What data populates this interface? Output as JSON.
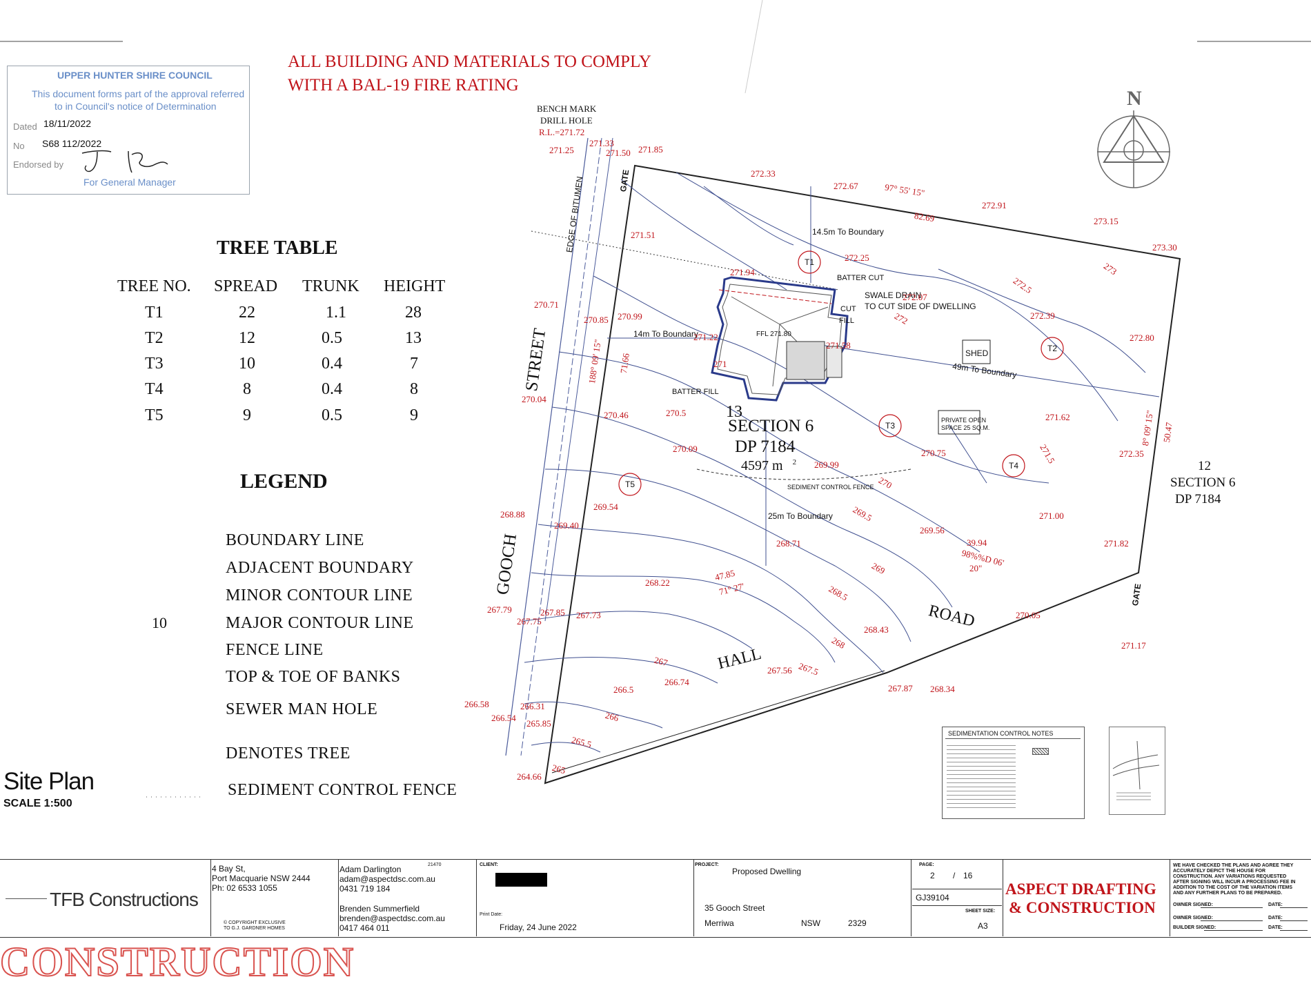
{
  "stamp": {
    "council": "UPPER HUNTER SHIRE COUNCIL",
    "line1": "This document forms part of the approval referred",
    "line2": "to in Council's notice of Determination",
    "dated_label": "Dated",
    "dated_value": "18/11/2022",
    "no_label": "No",
    "no_value": "S68 112/2022",
    "endorsed_label": "Endorsed by",
    "for_gm": "For General Manager"
  },
  "fire_notice": {
    "line1": "ALL BUILDING AND MATERIALS TO COMPLY",
    "line2": "WITH A BAL-19 FIRE RATING"
  },
  "bench_mark": {
    "l1": "BENCH MARK",
    "l2": "DRILL HOLE",
    "l3": "R.L.=271.72"
  },
  "tree_table": {
    "title": "TREE TABLE",
    "headers": [
      "TREE NO.",
      "SPREAD",
      "TRUNK",
      "HEIGHT"
    ],
    "rows": [
      [
        "T1",
        "22",
        "1.1",
        "28"
      ],
      [
        "T2",
        "12",
        "0.5",
        "13"
      ],
      [
        "T3",
        "10",
        "0.4",
        "7"
      ],
      [
        "T4",
        "8",
        "0.4",
        "8"
      ],
      [
        "T5",
        "9",
        "0.5",
        "9"
      ]
    ]
  },
  "legend": {
    "title": "LEGEND",
    "items": [
      "BOUNDARY LINE",
      "ADJACENT BOUNDARY",
      "MINOR CONTOUR LINE",
      "MAJOR CONTOUR LINE",
      "FENCE LINE",
      "TOP & TOE OF BANKS",
      "SEWER MAN HOLE",
      "DENOTES TREE",
      "SEDIMENT CONTROL FENCE"
    ],
    "major_sample": "10"
  },
  "site_plan": {
    "title": "Site Plan",
    "scale": "SCALE 1:500"
  },
  "plan": {
    "lot": "13",
    "section": "SECTION 6",
    "dp": "DP 7184",
    "area": "4597 m",
    "area_sup": "2",
    "adj_lot": "12",
    "adj_section": "SECTION 6",
    "adj_dp": "DP 7184",
    "streets": [
      "STREET",
      "GOOCH",
      "HALL",
      "ROAD"
    ],
    "edge": "EDGE OF BITUMEN",
    "gate": "GATE",
    "north": "N",
    "bearings": [
      "97° 55' 15\"",
      "188° 09' 15\"",
      "8° 09' 15\"",
      "98%%D 06'",
      "20\"",
      "71° 27'"
    ],
    "distances": [
      "82.69",
      "71.66",
      "50.47",
      "39.94",
      "47.85"
    ],
    "labels": {
      "b14": "14.5m To Boundary",
      "b14l": "14m To Boundary",
      "b49": "49m To Boundary",
      "b25": "25m To Boundary",
      "batter_cut": "BATTER CUT",
      "batter_fill": "BATTER FILL",
      "swale1": "SWALE DRAIN",
      "swale2": "TO CUT SIDE OF DWELLING",
      "cut": "CUT",
      "fill": "FILL",
      "ffl": "FFL 271.80",
      "shed": "SHED",
      "pos1": "PRIVATE OPEN",
      "pos2": "SPACE 25 SQ.M.",
      "sed_fence": "SEDIMENT CONTROL FENCE"
    },
    "trees": [
      "T1",
      "T2",
      "T3",
      "T4",
      "T5"
    ],
    "levels": [
      "271.25",
      "271.33",
      "271.50",
      "271.85",
      "272.33",
      "272.67",
      "272.91",
      "273.15",
      "273.30",
      "271.51",
      "272.25",
      "273",
      "271.94",
      "272.5",
      "272.07",
      "272.39",
      "272",
      "270.71",
      "270.85",
      "270.99",
      "271.22",
      "271.58",
      "272.80",
      "271",
      "270.04",
      "270.46",
      "270.5",
      "271.62",
      "270.09",
      "269.99",
      "270.75",
      "271.5",
      "272.35",
      "270",
      "268.88",
      "269.54",
      "269.40",
      "269.5",
      "269.56",
      "271.00",
      "268.71",
      "271.82",
      "269",
      "267.79",
      "267.85",
      "267.75",
      "267.73",
      "268.22",
      "268.5",
      "270.05",
      "268.43",
      "268",
      "271.17",
      "267",
      "266.74",
      "267.56",
      "267.5",
      "267.87",
      "268.34",
      "266.5",
      "266.58",
      "266.31",
      "266.54",
      "266",
      "265.85",
      "265.5",
      "265",
      "264.66"
    ]
  },
  "sediment_notes": {
    "title": "SEDIMENTATION CONTROL NOTES"
  },
  "title_block": {
    "company": "TFB Constructions",
    "address1": "4 Bay St,",
    "address2": "Port Macquarie NSW 2444",
    "phone": "Ph: 02 6533 1055",
    "copyright1": "© COPYRIGHT EXCLUSIVE",
    "copyright2": "TO G.J. GARDNER HOMES",
    "contact1_name": "Adam Darlington",
    "contact1_email": "adam@aspectdsc.com.au",
    "contact1_phone": "0431 719 184",
    "contact1_code": "21470",
    "contact2_name": "Brenden Summerfield",
    "contact2_email": "brenden@aspectdsc.com.au",
    "contact2_phone": "0417 464 011",
    "client_label": "CLIENT:",
    "print_label": "Print Date:",
    "print_date": "Friday, 24 June 2022",
    "project_label": "PROJECT:",
    "project": "Proposed Dwelling",
    "street": "35 Gooch Street",
    "town": "Merriwa",
    "state": "NSW",
    "postcode": "2329",
    "page_label": "PAGE:",
    "page": "2",
    "page_sep": "/",
    "pages": "16",
    "job": "GJ39104",
    "sheet_label": "SHEET SIZE:",
    "sheet": "A3",
    "brand1": "ASPECT DRAFTING",
    "brand2": "& CONSTRUCTION",
    "disclaimer1": "WE HAVE CHECKED THE PLANS AND AGREE THEY",
    "disclaimer2": "ACCURATELY DEPICT THE HOUSE FOR",
    "disclaimer3": "CONSTRUCTION. ANY VARIATIONS REQUESTED",
    "disclaimer4": "AFTER SIGNING WILL INCUR A PROCESSING FEE IN",
    "disclaimer5": "ADDITION TO THE COST OF THE VARIATION ITEMS",
    "disclaimer6": "AND ANY FURTHER PLANS TO BE PREPARED.",
    "owner1": "OWNER SIGNED:",
    "owner2": "OWNER SIGNED:",
    "builder": "BUILDER SIGNED:",
    "date": "DATE:"
  },
  "watermark": "CONSTRUCTION"
}
